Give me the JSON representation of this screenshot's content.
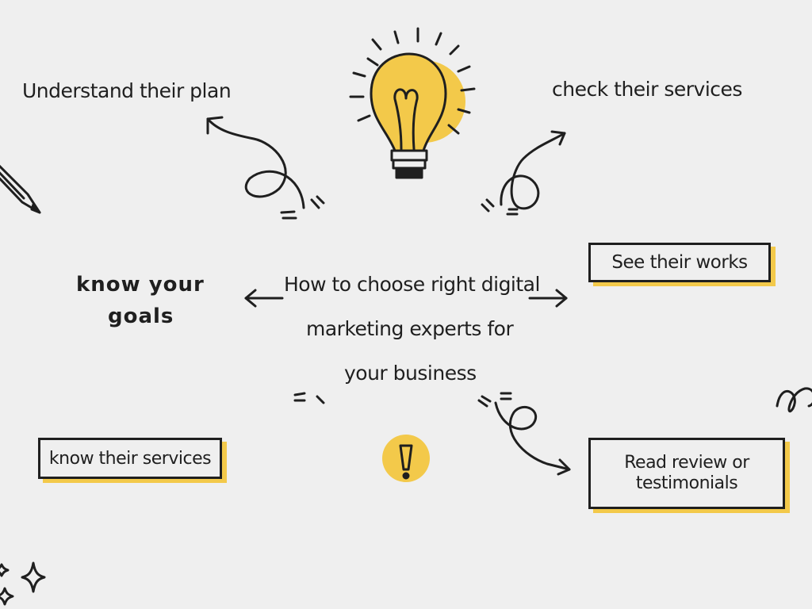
{
  "center_topic": {
    "line1": "How to choose right digital",
    "line2": "marketing experts for",
    "line3": "your business"
  },
  "branches": {
    "understand_plan": "Understand their plan",
    "check_services": "check their services",
    "know_goals_line1": "know your",
    "know_goals_line2": "goals",
    "see_works": "See their works",
    "know_services": "know their services",
    "read_review_line1": "Read review or",
    "read_review_line2": "testimonials"
  },
  "colors": {
    "accent": "#f3c94a",
    "ink": "#1f1f1f",
    "background": "#efefef"
  },
  "icons": [
    "lightbulb-icon",
    "exclamation-icon",
    "pencil-icon",
    "sparkle-icon",
    "curly-arrow-icon"
  ]
}
